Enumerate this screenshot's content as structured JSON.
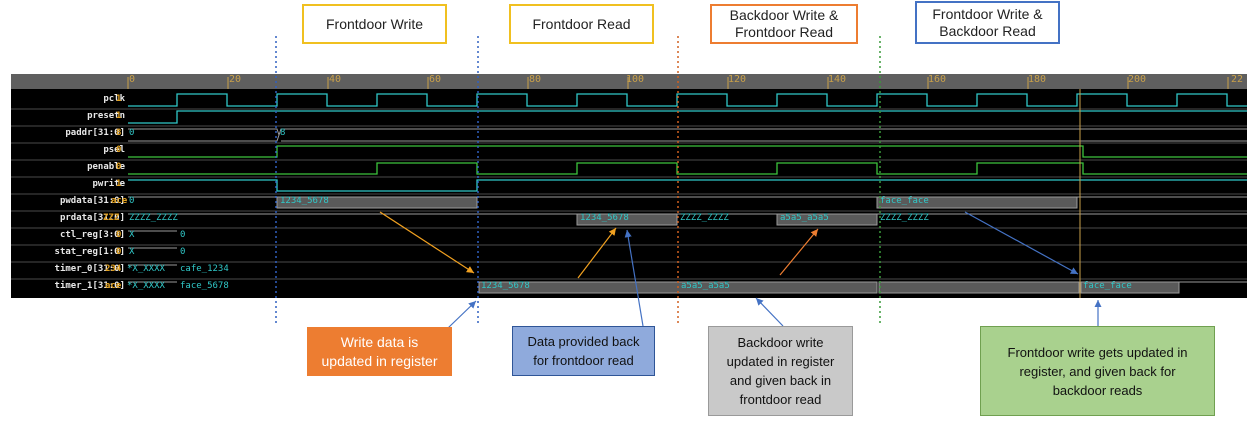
{
  "phase_labels": {
    "frontdoor_write": "Frontdoor Write",
    "frontdoor_read": "Frontdoor Read",
    "backdoor_write_frontdoor_read": "Backdoor Write &\nFrontdoor Read",
    "frontdoor_write_backdoor_read": "Frontdoor Write &\nBackdoor Read"
  },
  "ruler": {
    "ticks": [
      "0",
      "20",
      "40",
      "60",
      "80",
      "100",
      "120",
      "140",
      "160",
      "180",
      "200",
      "22"
    ]
  },
  "signals": [
    {
      "name": "pclk",
      "value": "1"
    },
    {
      "name": "presetn",
      "value": "1"
    },
    {
      "name": "paddr[31:0]",
      "value": "8"
    },
    {
      "name": "psel",
      "value": "0"
    },
    {
      "name": "penable",
      "value": "0"
    },
    {
      "name": "pwrite",
      "value": "1"
    },
    {
      "name": "pwdata[31:0]",
      "value": "ace"
    },
    {
      "name": "prdata[31:0]",
      "value": "ZZZ"
    },
    {
      "name": "ctl_reg[3:0]",
      "value": "0"
    },
    {
      "name": "stat_reg[1:0]",
      "value": "0"
    },
    {
      "name": "timer_0[31:0]",
      "value": "234"
    },
    {
      "name": "timer_1[31:0]",
      "value": "ace"
    }
  ],
  "bus_values": {
    "paddr_initial": "0",
    "paddr_after": "8",
    "pwdata_initial": "0",
    "pwdata_write": "1234_5678",
    "pwdata_face": "face_face",
    "prdata_z1": "ZZZZ_ZZZZ",
    "prdata_read": "1234_5678",
    "prdata_z2": "ZZZZ_ZZZZ",
    "prdata_a5": "a5a5_a5a5",
    "prdata_z3": "ZZZZ_ZZZZ",
    "ctl_initial": "X",
    "ctl_after": "0",
    "stat_initial": "X",
    "stat_after": "0",
    "timer0_initial": "*X_XXXX",
    "timer0_after": "cafe_1234",
    "timer1_initial": "*X_XXXX",
    "timer1_after": "face_5678",
    "timer1_write": "1234_5678",
    "timer1_backdoor": "a5a5_a5a5",
    "timer1_face": "face_face"
  },
  "annotations": {
    "write_data_updated": "Write data is\nupdated in register",
    "data_provided_back": "Data provided back\nfor frontdoor read",
    "backdoor_write_updated": "Backdoor write\nupdated in register\nand given back in\nfrontdoor read",
    "frontdoor_write_gets_updated": "Frontdoor write gets updated in\nregister, and given back for\nbackdoor reads"
  },
  "colors": {
    "frontdoor_write_border": "#f0c020",
    "frontdoor_read_border": "#f0c020",
    "backdoor_write_border": "#ed7d31",
    "frontdoor_write_backdoor_read_border": "#4472c4",
    "note_orange": "#ed7d31",
    "note_blue": "#8faadc",
    "note_gray": "#c9c9c9",
    "note_green": "#a9d18e",
    "waveform_green": "#3cc43c",
    "bus_cyan": "#30c8c8"
  }
}
